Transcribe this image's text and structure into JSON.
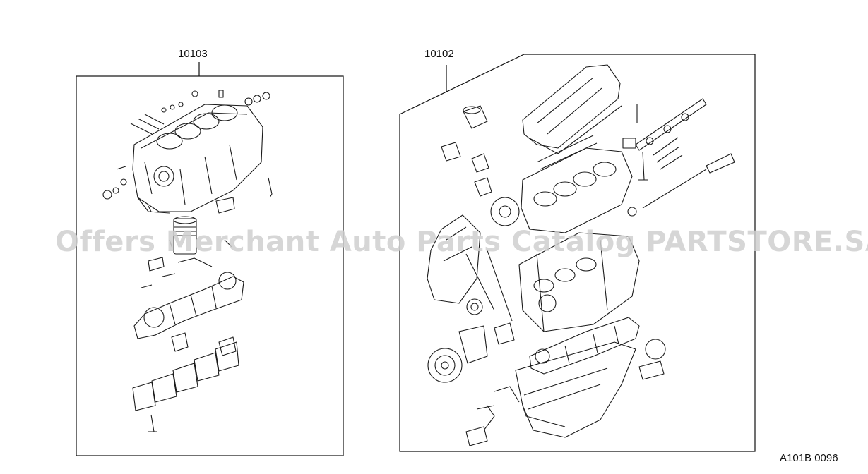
{
  "callouts": {
    "short_block": "10103",
    "full_engine": "10102"
  },
  "watermark": "Offers Merchant Auto Parts Catalog PARTSTORE.SA",
  "figure_code": "A101B 0096",
  "colors": {
    "line": "#111111",
    "watermark": "#cfcfcf",
    "background": "#ffffff"
  }
}
